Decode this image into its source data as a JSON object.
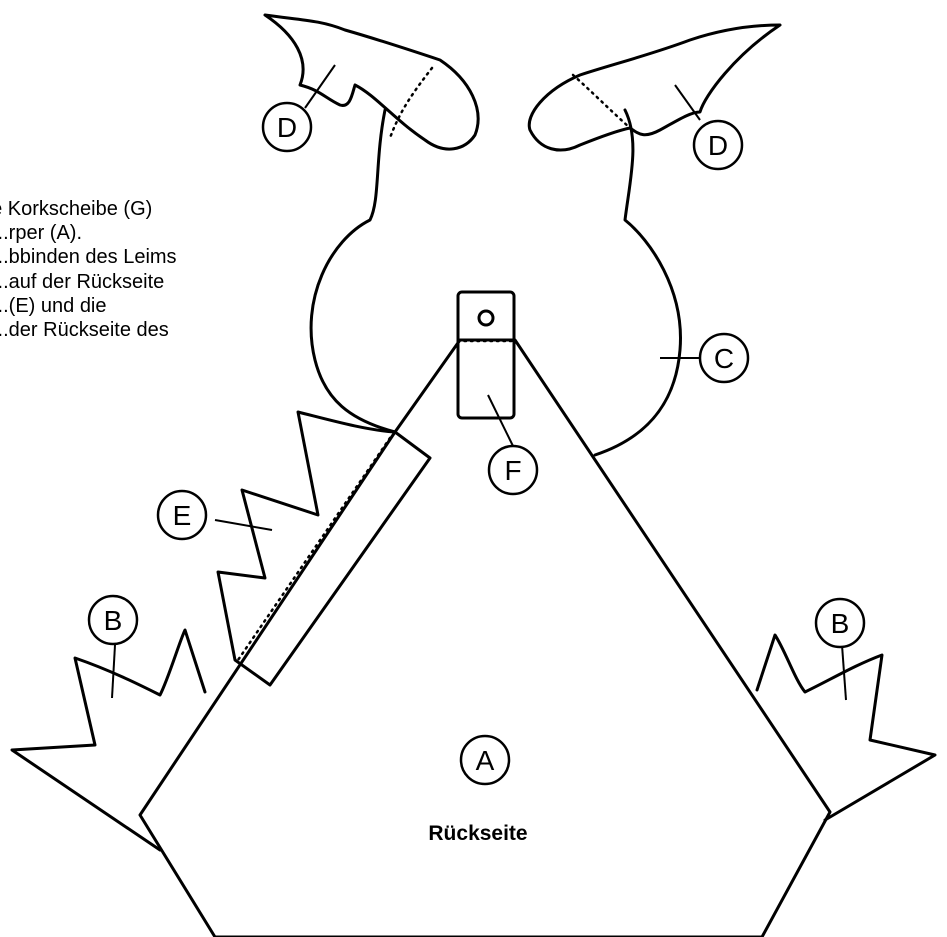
{
  "instructions": {
    "lines": [
      "...ie Korkscheibe (G)",
      "...rper (A).",
      "...bbinden des Leims",
      "...auf der Rückseite",
      "...(E) und die",
      "...der Rückseite des"
    ]
  },
  "labels": {
    "A": "A",
    "B": "B",
    "C": "C",
    "D": "D",
    "E": "E",
    "F": "F",
    "back_side": "Rückseite"
  }
}
